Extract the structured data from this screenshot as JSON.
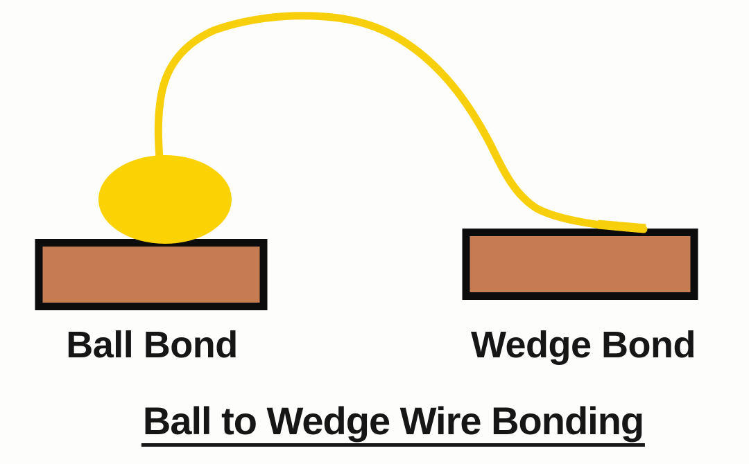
{
  "diagram": {
    "title": "Ball to Wedge Wire Bonding",
    "ball_label": "Ball Bond",
    "wedge_label": "Wedge Bond",
    "colors": {
      "background": "#FDFDFB",
      "wire": "#F8CF0B",
      "ball": "#FBD204",
      "pad_fill": "#C67C52",
      "pad_border": "#0C0C0C",
      "text": "#161616"
    }
  }
}
